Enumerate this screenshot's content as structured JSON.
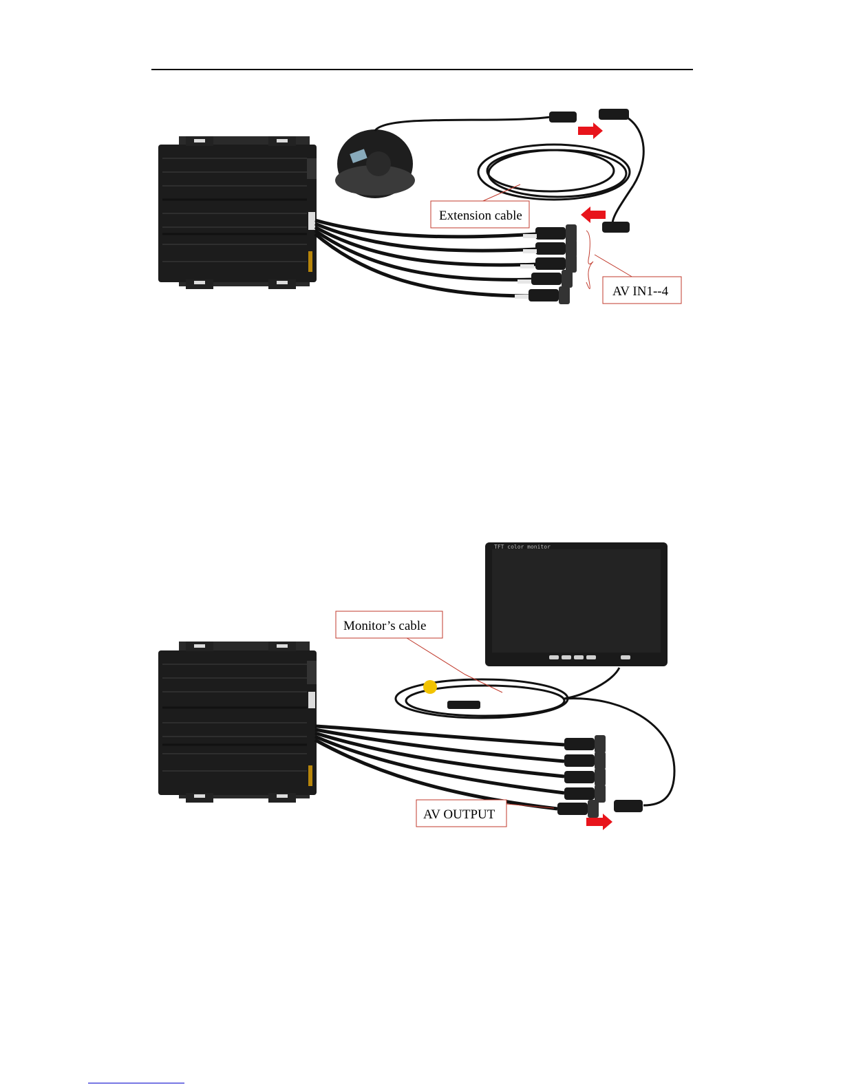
{
  "figure1": {
    "callouts": {
      "extension_cable": "Extension cable",
      "av_in": "AV IN1--4"
    },
    "colors": {
      "callout_border": "#c0392b",
      "arrow": "#e8141b",
      "device": "#1c1c1c"
    }
  },
  "figure2": {
    "monitor_label": "TFT color monitor",
    "callouts": {
      "monitor_cable": "Monitor’s cable",
      "av_output": "AV OUTPUT"
    },
    "colors": {
      "callout_border": "#c0392b",
      "arrow": "#e8141b",
      "rca_yellow": "#f2c300"
    }
  }
}
